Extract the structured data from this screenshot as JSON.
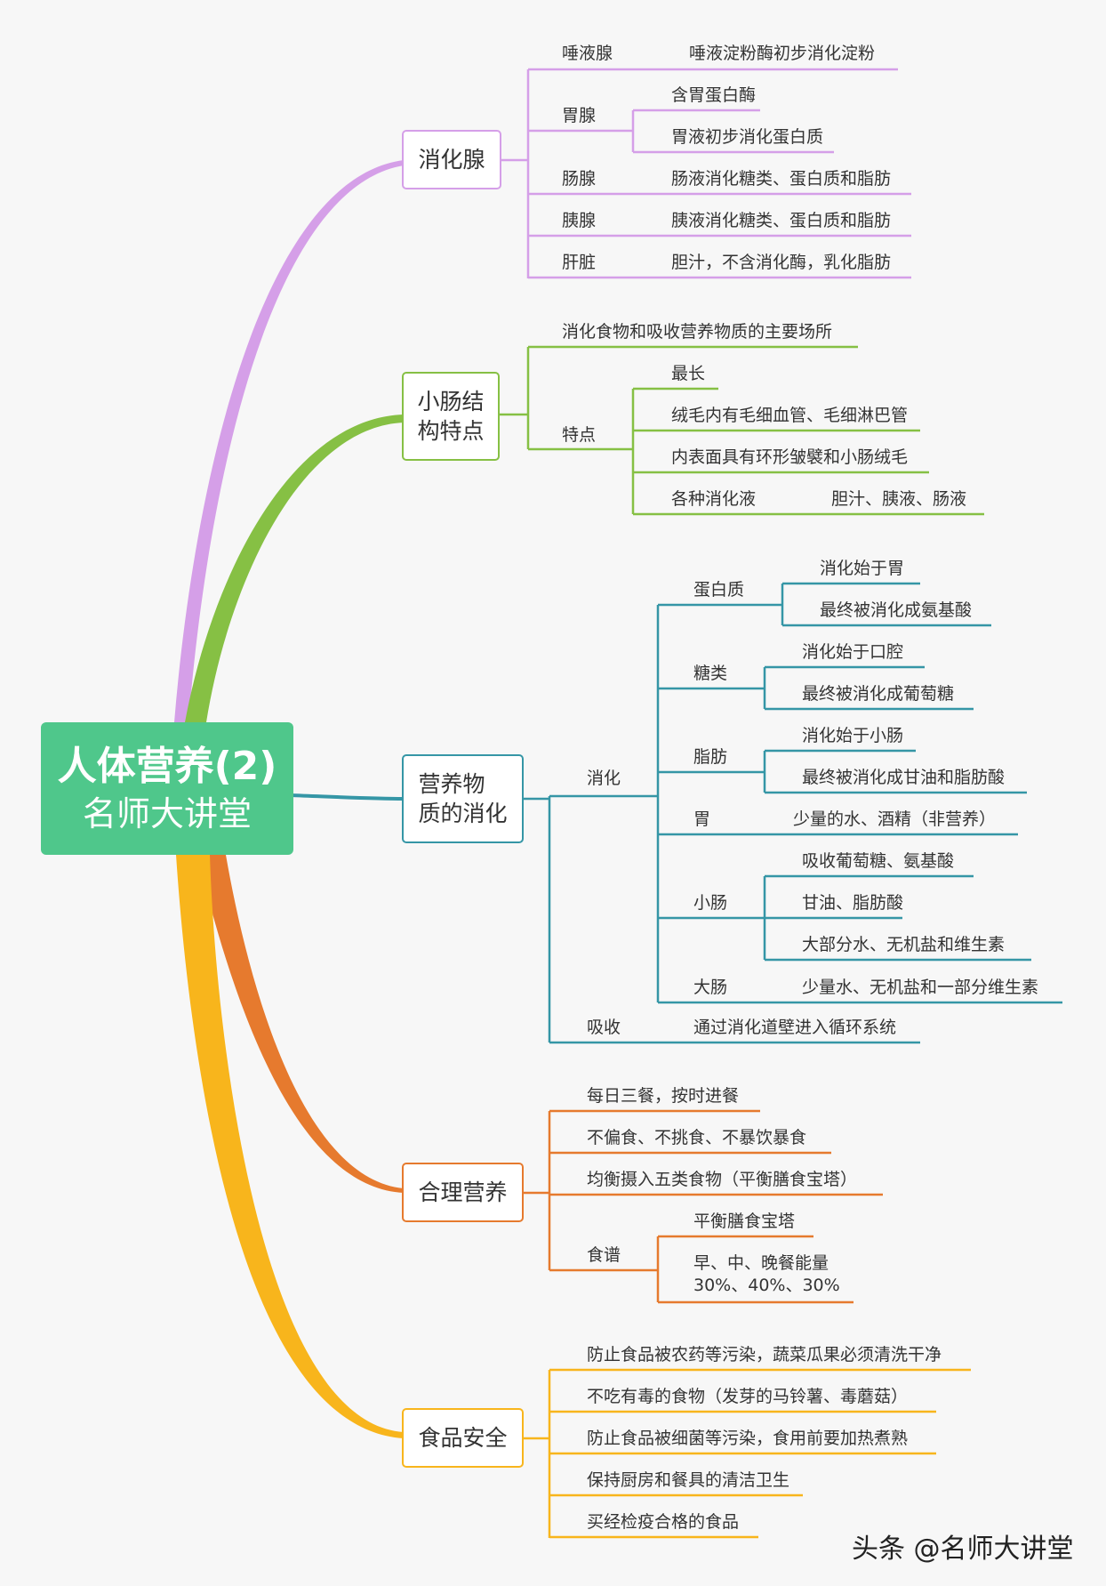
{
  "root": {
    "title": "人体营养(2)",
    "subtitle": "名师大讲堂"
  },
  "branches": {
    "b1": {
      "label": "消化腺",
      "color": "#d59fe8",
      "items": [
        {
          "name": "唾液腺",
          "detail": "唾液淀粉酶初步消化淀粉"
        },
        {
          "name": "胃腺",
          "details": [
            "含胃蛋白酶",
            "胃液初步消化蛋白质"
          ]
        },
        {
          "name": "肠腺",
          "detail": "肠液消化糖类、蛋白质和脂肪"
        },
        {
          "name": "胰腺",
          "detail": "胰液消化糖类、蛋白质和脂肪"
        },
        {
          "name": "肝脏",
          "detail": "胆汁，不含消化酶，乳化脂肪"
        }
      ]
    },
    "b2": {
      "label": "小肠结\n构特点",
      "color": "#86c044",
      "items": [
        {
          "name": "消化食物和吸收营养物质的主要场所"
        },
        {
          "name": "特点",
          "details": [
            "最长",
            "绒毛内有毛细血管、毛细淋巴管",
            "内表面具有环形皱襞和小肠绒毛",
            "各种消化液"
          ],
          "extra": "胆汁、胰液、肠液"
        }
      ]
    },
    "b3": {
      "label": "营养物\n质的消化",
      "color": "#3596a6",
      "digest": {
        "name": "消化",
        "groups": [
          {
            "name": "蛋白质",
            "details": [
              "消化始于胃",
              "最终被消化成氨基酸"
            ]
          },
          {
            "name": "糖类",
            "details": [
              "消化始于口腔",
              "最终被消化成葡萄糖"
            ]
          },
          {
            "name": "脂肪",
            "details": [
              "消化始于小肠",
              "最终被消化成甘油和脂肪酸"
            ]
          },
          {
            "name": "胃",
            "details": [
              "少量的水、酒精（非营养）"
            ]
          },
          {
            "name": "小肠",
            "details": [
              "吸收葡萄糖、氨基酸",
              "甘油、脂肪酸",
              "大部分水、无机盐和维生素"
            ]
          },
          {
            "name": "大肠",
            "details": [
              "少量水、无机盐和一部分维生素"
            ]
          }
        ]
      },
      "absorb": {
        "name": "吸收",
        "detail": "通过消化道壁进入循环系统"
      }
    },
    "b4": {
      "label": "合理营养",
      "color": "#e67a2e",
      "items": [
        "每日三餐，按时进餐",
        "不偏食、不挑食、不暴饮暴食",
        "均衡摄入五类食物（平衡膳食宝塔）"
      ],
      "recipe": {
        "name": "食谱",
        "details": [
          "平衡膳食宝塔",
          "早、中、晚餐能量",
          "30%、40%、30%"
        ]
      }
    },
    "b5": {
      "label": "食品安全",
      "color": "#f8b51c",
      "items": [
        "防止食品被农药等污染，蔬菜瓜果必须清洗干净",
        "不吃有毒的食物（发芽的马铃薯、毒蘑菇）",
        "防止食品被细菌等污染，食用前要加热煮熟",
        "保持厨房和餐具的清洁卫生",
        "买经检疫合格的食品"
      ]
    }
  },
  "watermark": "头条 @名师大讲堂"
}
